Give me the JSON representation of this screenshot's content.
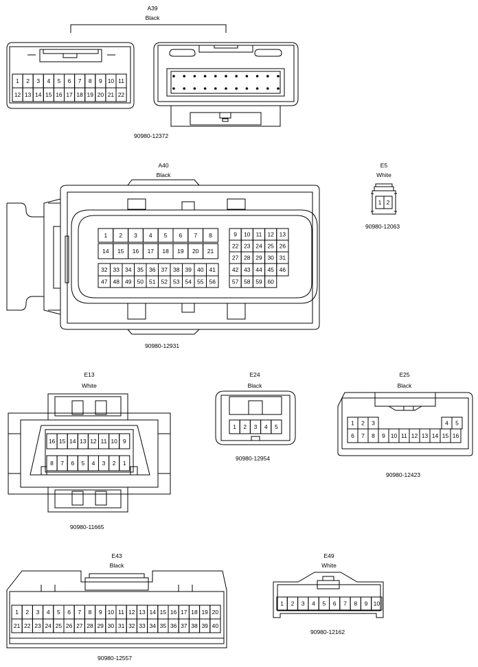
{
  "connectors": {
    "a39": {
      "code": "A39",
      "color": "Black",
      "part": "90980-12372",
      "pins": {
        "top": [
          "1",
          "2",
          "3",
          "4",
          "5",
          "6",
          "7",
          "8",
          "9",
          "10",
          "11"
        ],
        "bottom": [
          "12",
          "13",
          "14",
          "15",
          "16",
          "17",
          "18",
          "19",
          "20",
          "21",
          "22"
        ]
      }
    },
    "a40": {
      "code": "A40",
      "color": "Black",
      "part": "90980-12931",
      "pins": {
        "left_top": [
          "1",
          "2",
          "3",
          "4",
          "5",
          "6",
          "7",
          "8"
        ],
        "left_mid": [
          "14",
          "15",
          "16",
          "17",
          "18",
          "19",
          "20",
          "21"
        ],
        "left_r3": [
          "32",
          "33",
          "34",
          "35",
          "36",
          "37",
          "38",
          "39",
          "40",
          "41"
        ],
        "left_r4": [
          "47",
          "48",
          "49",
          "50",
          "51",
          "52",
          "53",
          "54",
          "55",
          "56"
        ],
        "right_r1": [
          "9",
          "10",
          "11",
          "12",
          "13"
        ],
        "right_r2": [
          "22",
          "23",
          "24",
          "25",
          "26"
        ],
        "right_r3": [
          "27",
          "28",
          "29",
          "30",
          "31"
        ],
        "right_r4": [
          "42",
          "43",
          "44",
          "45",
          "46"
        ],
        "right_r5": [
          "57",
          "58",
          "59",
          "60"
        ]
      }
    },
    "e5": {
      "code": "E5",
      "color": "White",
      "part": "90980-12063",
      "pins": [
        "1",
        "2"
      ]
    },
    "e13": {
      "code": "E13",
      "color": "White",
      "part": "90980-11665",
      "pins": {
        "top": [
          "16",
          "15",
          "14",
          "13",
          "12",
          "11",
          "10",
          "9"
        ],
        "bottom": [
          "8",
          "7",
          "6",
          "5",
          "4",
          "3",
          "2",
          "1"
        ]
      }
    },
    "e24": {
      "code": "E24",
      "color": "Black",
      "part": "90980-12954",
      "pins": [
        "1",
        "2",
        "3",
        "4",
        "5"
      ]
    },
    "e25": {
      "code": "E25",
      "color": "Black",
      "part": "90980-12423",
      "pins": {
        "top_left": [
          "1",
          "2",
          "3"
        ],
        "top_right": [
          "4",
          "5"
        ],
        "bottom": [
          "6",
          "7",
          "8",
          "9",
          "10",
          "11",
          "12",
          "13",
          "14",
          "15",
          "16"
        ]
      }
    },
    "e43": {
      "code": "E43",
      "color": "Black",
      "part": "90980-12557",
      "pins": {
        "top": [
          "1",
          "2",
          "3",
          "4",
          "5",
          "6",
          "7",
          "8",
          "9",
          "10",
          "11",
          "12",
          "13",
          "14",
          "15",
          "16",
          "17",
          "18",
          "19",
          "20"
        ],
        "bottom": [
          "21",
          "22",
          "23",
          "24",
          "25",
          "26",
          "27",
          "28",
          "29",
          "30",
          "31",
          "32",
          "33",
          "34",
          "35",
          "36",
          "37",
          "38",
          "39",
          "40"
        ]
      }
    },
    "e49": {
      "code": "E49",
      "color": "White",
      "part": "90980-12162",
      "pins": [
        "1",
        "2",
        "3",
        "4",
        "5",
        "6",
        "7",
        "8",
        "9",
        "10"
      ]
    }
  }
}
